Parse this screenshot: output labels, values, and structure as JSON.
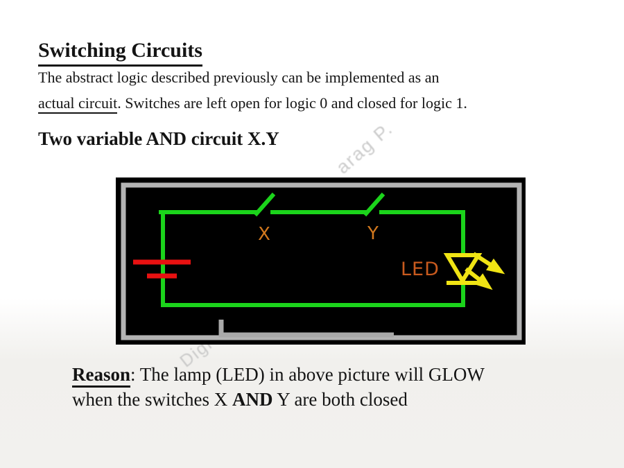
{
  "page": {
    "title": "Switching Circuits",
    "intro": {
      "line1": "The abstract logic described previously can be implemented as an",
      "underlined": "actual circuit",
      "line2_rest": ". Switches are left open for logic 0 and closed for logic 1."
    },
    "subtitle": "Two variable AND circuit X.Y",
    "reason": {
      "label": "Reason",
      "line1_rest": ": The lamp (LED) in above picture will GLOW",
      "line2_pre": "when the switches X ",
      "line2_bold": "AND",
      "line2_post": " Y are both closed"
    },
    "watermark": {
      "fragment_top": "arag P.",
      "fragment_bottom": "Digi"
    }
  },
  "circuit": {
    "labels": {
      "switch_x": "X",
      "switch_y": "Y",
      "led": "LED"
    },
    "colors": {
      "wire": "#1bd41b",
      "battery": "#e81111",
      "led_symbol": "#f0e414",
      "label_orange": "#d2781e",
      "led_label": "#c85a1e",
      "frame_gray": "#b3b3b3",
      "ground_gray": "#a9a9a9",
      "background": "#000000"
    }
  }
}
